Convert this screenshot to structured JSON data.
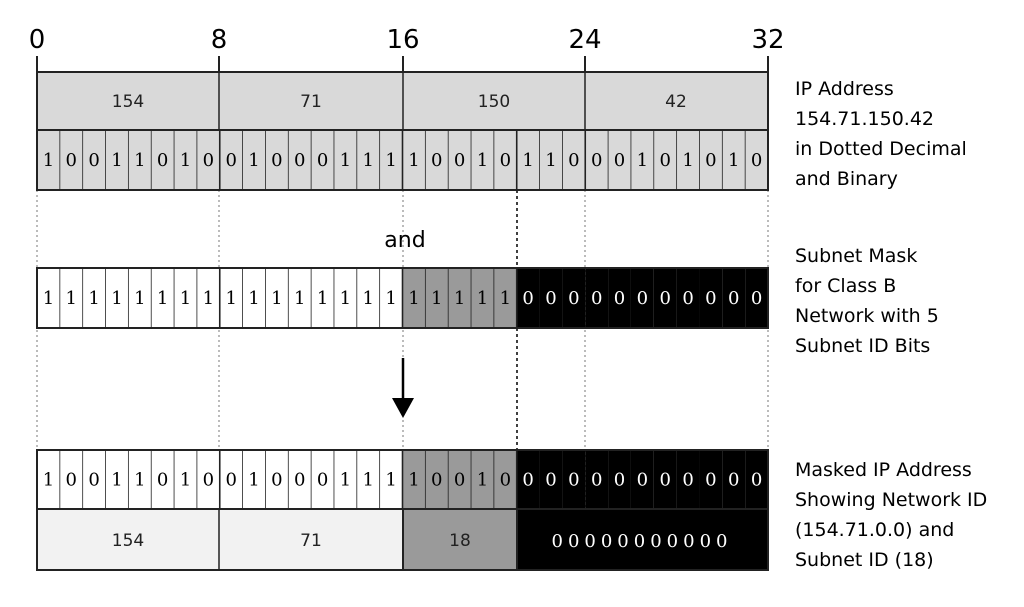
{
  "scale_ticks": [
    "0",
    "8",
    "16",
    "24",
    "32"
  ],
  "ip": {
    "octets": [
      "154",
      "71",
      "150",
      "42"
    ],
    "bits": "10011010010001111001011000101010",
    "label": [
      "IP Address",
      "154.71.150.42",
      "in Dotted Decimal",
      "and Binary"
    ]
  },
  "operator": "and",
  "mask": {
    "bits": "11111111111111111111100000000000",
    "label": [
      "Subnet Mask",
      "for Class B",
      "Network with 5",
      "Subnet ID Bits"
    ]
  },
  "masked": {
    "bits": "10011010010001111001000000000000",
    "fields": [
      "154",
      "71",
      "18"
    ],
    "trailing_bits": "00000000000",
    "label": [
      "Masked IP Address",
      "Showing Network ID",
      "(154.71.0.0) and",
      "Subnet ID (18)"
    ]
  },
  "colors": {
    "ip_fill": "#d9d9d9",
    "network_fill": "#ffffff",
    "subnet_fill": "#9a9a9a",
    "host_fill": "#000000",
    "stroke": "#222222"
  }
}
